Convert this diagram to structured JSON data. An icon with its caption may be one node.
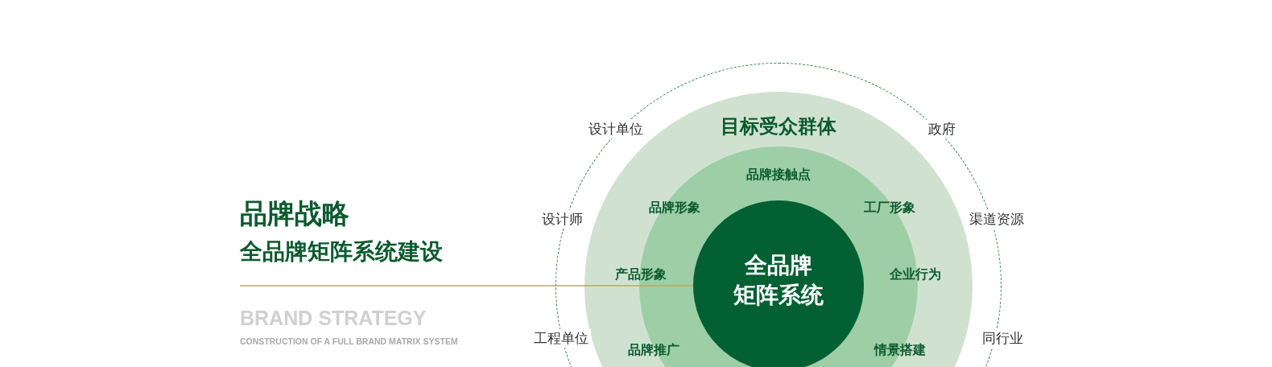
{
  "diagram": {
    "nodes": [
      {
        "text": [],
        "shape": "circle"
      },
      {
        "text": [
          "目标受众群体"
        ],
        "in": 0
      },
      {
        "text": [
          "品牌接触点",
          "品牌形象",
          "工厂形象",
          "产品形象",
          "企业行为",
          "品牌推广",
          "情景搭建"
        ],
        "in": 1
      },
      {
        "text": [
          "全品牌矩阵系统"
        ],
        "in": 2
      }
    ],
    "edges": [],
    "labels": [
      "品牌战略",
      "全品牌矩阵系统建设",
      "BRAND STRATEGY",
      "CONSTRUCTION OF A FULL BRAND MATRIX SYSTEM",
      "设计单位",
      "政府",
      "设计师",
      "渠道资源",
      "工程单位",
      "同行业"
    ]
  }
}
